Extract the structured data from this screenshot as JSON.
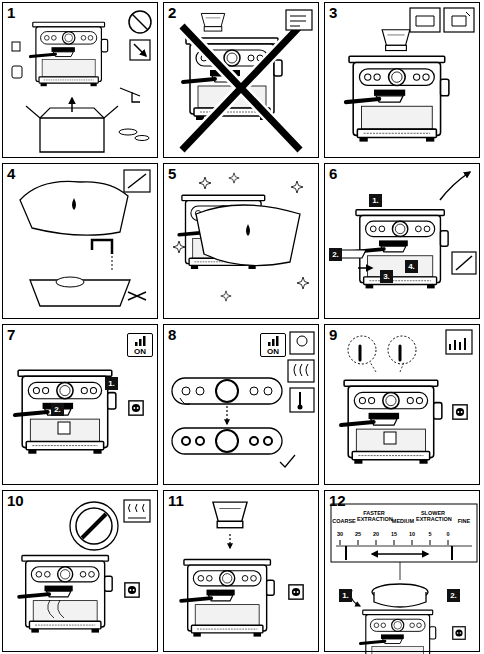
{
  "diagram": {
    "nodes": [
      {
        "text": [
          "1"
        ]
      },
      {
        "text": [
          "2"
        ]
      },
      {
        "text": [
          "3"
        ]
      },
      {
        "text": [
          "4"
        ]
      },
      {
        "text": [
          "5"
        ]
      },
      {
        "text": [
          "6"
        ]
      },
      {
        "text": [
          "1."
        ],
        "in": 5
      },
      {
        "text": [
          "2."
        ],
        "in": 5
      },
      {
        "text": [
          "3."
        ],
        "in": 5
      },
      {
        "text": [
          "4."
        ],
        "in": 5
      },
      {
        "text": [
          "7"
        ]
      },
      {
        "text": [
          "ON"
        ],
        "in": 10
      },
      {
        "text": [
          "1."
        ],
        "in": 10
      },
      {
        "text": [
          "2."
        ],
        "in": 10
      },
      {
        "text": [
          "8"
        ]
      },
      {
        "text": [
          "ON"
        ],
        "in": 14
      },
      {
        "text": [
          "9"
        ]
      },
      {
        "text": [
          "10"
        ]
      },
      {
        "text": [
          "11"
        ]
      },
      {
        "text": [
          "12"
        ]
      },
      {
        "text": [
          "1."
        ],
        "in": 19
      },
      {
        "text": [
          "2."
        ],
        "in": 19
      }
    ],
    "labels": [
      "COARSE",
      "FASTER EXTRACTION",
      "MEDIUM",
      "SLOWER EXTRACTION",
      "FINE",
      "30",
      "25",
      "20",
      "15",
      "10",
      "5",
      "0"
    ]
  }
}
